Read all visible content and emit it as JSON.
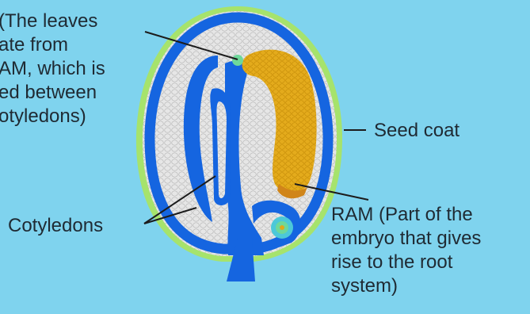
{
  "labels": {
    "sam_lines": [
      "(The leaves",
      "ate from",
      "AM, which is",
      "ed between",
      "otyledons)"
    ],
    "cotyledons": "Cotyledons",
    "seed_coat": "Seed coat",
    "ram_lines": [
      "RAM (Part of the",
      "embryo that gives",
      "rise to the root",
      "system)"
    ]
  },
  "colors": {
    "background": "#7fd3ee",
    "seed_coat": "#a7e56d",
    "endosperm": "#e4e4e4",
    "embryo": "#1565e0",
    "shoot_tip": "#e0a91a",
    "meristem": "#6bd89a"
  }
}
